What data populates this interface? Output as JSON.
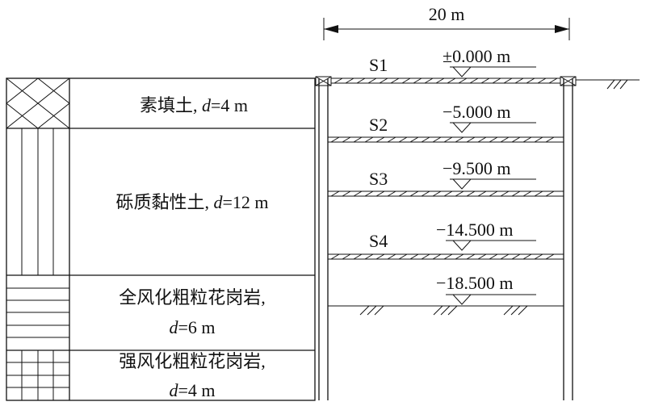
{
  "dimension": {
    "label": "20 m"
  },
  "strata": [
    {
      "name": "素填土, ",
      "d_prefix": "d",
      "d_value": "=4 m"
    },
    {
      "name": "砾质黏性土, ",
      "d_prefix": "d",
      "d_value": "=12 m"
    },
    {
      "name": "全风化粗粒花岗岩,",
      "d_prefix": "d",
      "d_value": "=6 m"
    },
    {
      "name": "强风化粗粒花岗岩,",
      "d_prefix": "d",
      "d_value": "=4 m"
    }
  ],
  "supports": [
    {
      "label": "S1",
      "elevation": "±0.000 m"
    },
    {
      "label": "S2",
      "elevation": "−5.000 m"
    },
    {
      "label": "S3",
      "elevation": "−9.500 m"
    },
    {
      "label": "S4",
      "elevation": "−14.500 m"
    }
  ],
  "excavation_bottom": {
    "elevation": "−18.500 m"
  }
}
